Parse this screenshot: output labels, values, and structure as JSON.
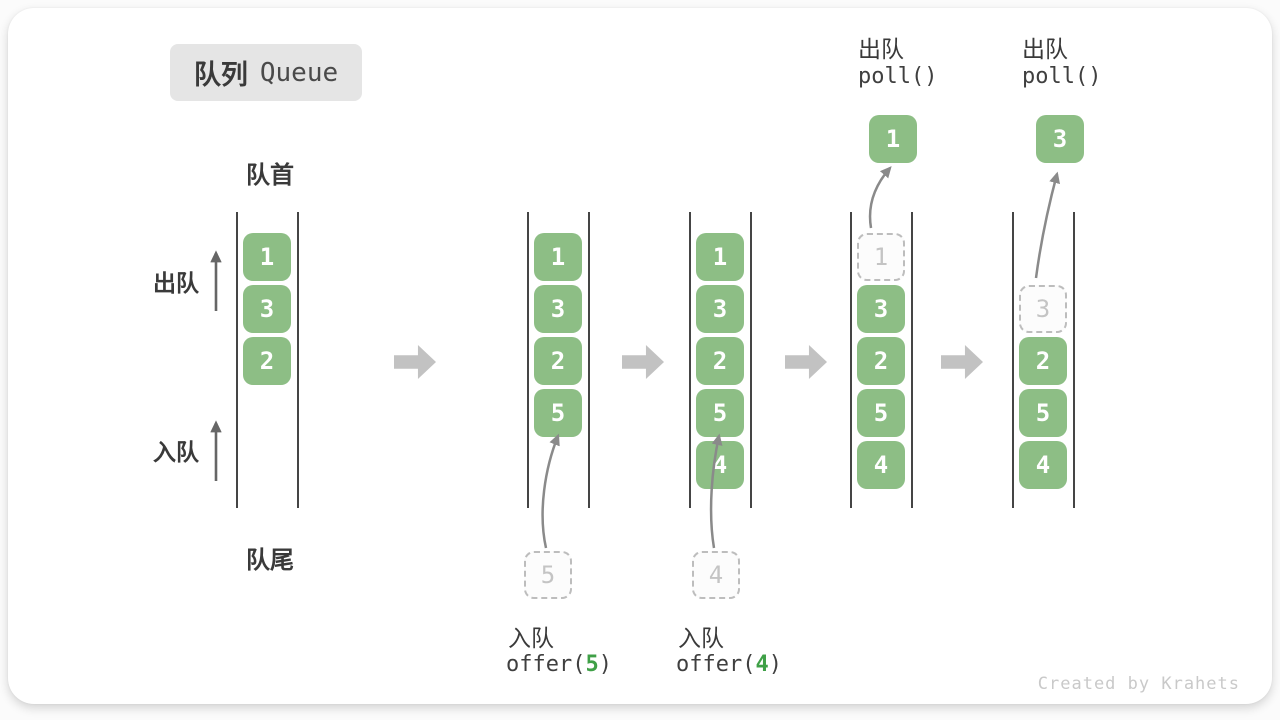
{
  "title": {
    "zh": "队列",
    "en": "Queue"
  },
  "endpoint_labels": {
    "front": "队首",
    "rear": "队尾"
  },
  "side_operations": {
    "dequeue": "出队",
    "enqueue": "入队"
  },
  "queue_states": [
    {
      "cells": [
        "1",
        "3",
        "2"
      ]
    },
    {
      "cells": [
        "1",
        "3",
        "2",
        "5"
      ],
      "incoming": "5"
    },
    {
      "cells": [
        "1",
        "3",
        "2",
        "5",
        "4"
      ],
      "incoming": "4"
    },
    {
      "ghost": "1",
      "cells": [
        "3",
        "2",
        "5",
        "4"
      ],
      "outgoing": "1"
    },
    {
      "ghost": "3",
      "cells": [
        "2",
        "5",
        "4"
      ],
      "outgoing": "3"
    }
  ],
  "operations": {
    "enqueue_5": {
      "label": "入队",
      "code_pre": "offer(",
      "arg": "5",
      "code_post": ")"
    },
    "enqueue_4": {
      "label": "入队",
      "code_pre": "offer(",
      "arg": "4",
      "code_post": ")"
    },
    "dequeue_1": {
      "label": "出队",
      "code": "poll()"
    },
    "dequeue_3": {
      "label": "出队",
      "code": "poll()"
    }
  },
  "credit": "Created by Krahets",
  "colors": {
    "cell-green": "#8dbe85",
    "arg-green": "#3fa047",
    "text-dark": "#3a3a3a",
    "line-dark": "#454545",
    "ghost-border": "#bdbdbd",
    "ghost-text": "#c4c4c4",
    "flow-arrow": "#c2c2c2",
    "curve-arrow": "#8a8a8a",
    "side-arrow": "#666666",
    "title-bg": "#e5e5e5",
    "credit-gray": "#c9c9c9"
  }
}
